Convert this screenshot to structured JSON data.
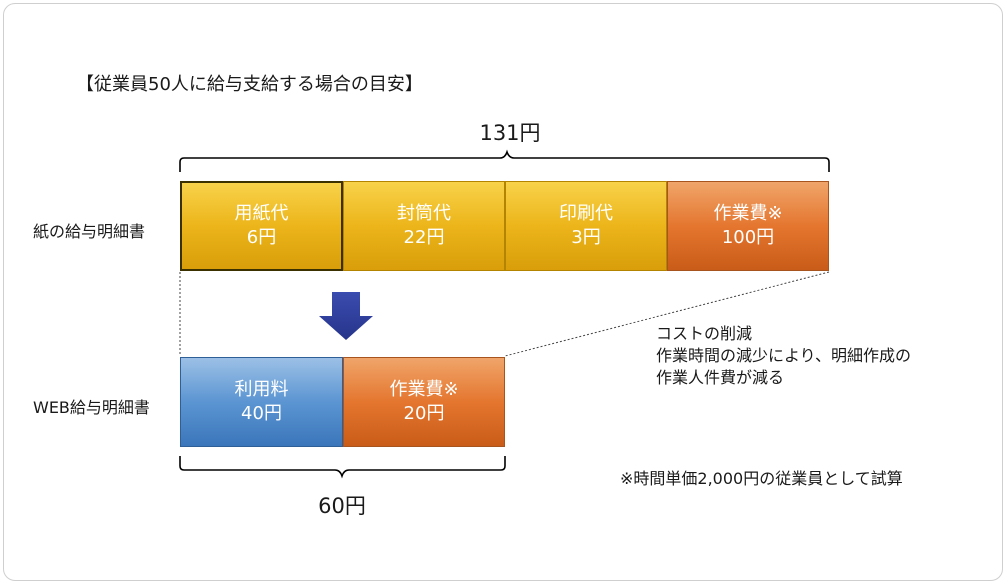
{
  "title": "【従業員50人に給与支給する場合の目安】",
  "paper": {
    "row_label": "紙の給与明細書",
    "total": "131円",
    "segments": [
      {
        "name": "用紙代",
        "cost": "6円"
      },
      {
        "name": "封筒代",
        "cost": "22円"
      },
      {
        "name": "印刷代",
        "cost": "3円"
      },
      {
        "name": "作業費※",
        "cost": "100円"
      }
    ]
  },
  "web": {
    "row_label": "WEB給与明細書",
    "total": "60円",
    "segments": [
      {
        "name": "利用料",
        "cost": "40円"
      },
      {
        "name": "作業費※",
        "cost": "20円"
      }
    ]
  },
  "cost_note": {
    "line1": "コストの削減",
    "line2": "作業時間の減少により、明細作成の",
    "line3": "作業人件費が減る"
  },
  "footnote": "※時間単価2,000円の従業員として試算",
  "colors": {
    "yellow": "#ecb51a",
    "orange": "#e4762f",
    "blue": "#5b95d2",
    "arrow": "#2e3d9a"
  }
}
